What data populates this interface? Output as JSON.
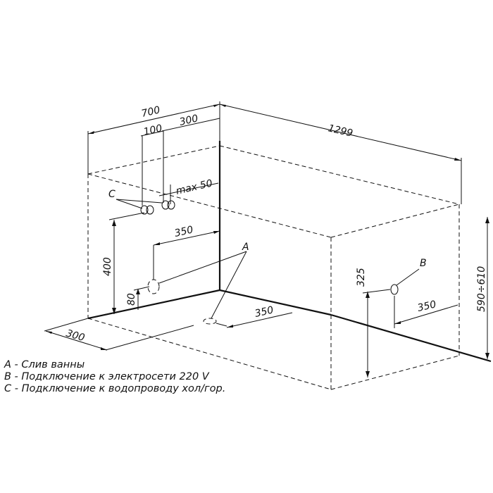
{
  "dimensions": {
    "d700": "700",
    "d100": "100",
    "d300_top": "300",
    "d1299": "1299",
    "max50": "max 50",
    "d350_left": "350",
    "d400": "400",
    "d80": "80",
    "d350_floor": "350",
    "d300_floor": "300",
    "d325": "325",
    "d350_right": "350",
    "d590_610": "590÷610"
  },
  "markers": {
    "a": "A",
    "b": "B",
    "c": "C"
  },
  "legend": {
    "a": "A - Слив ванны",
    "b": "B - Подключение к электросети 220 V",
    "c": "C - Подключение к водопроводу хол/гор."
  }
}
